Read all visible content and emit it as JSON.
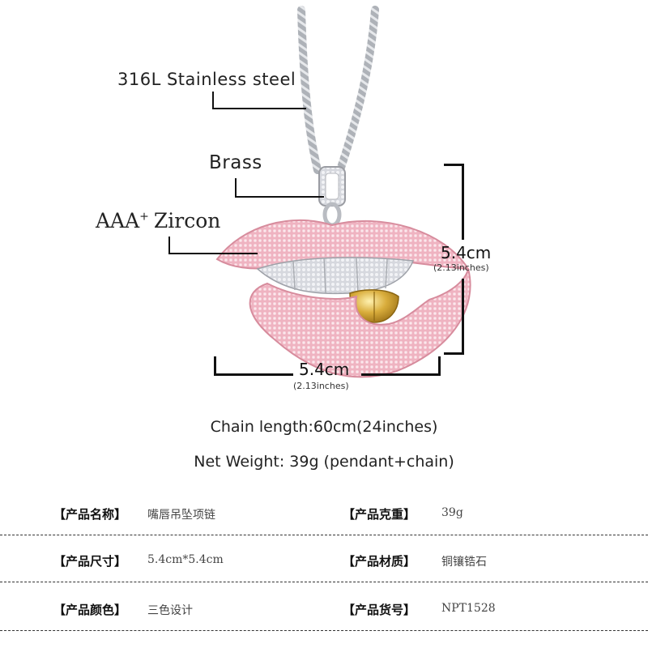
{
  "annotations": {
    "chain_material": "316L Stainless steel",
    "bail_material": "Brass",
    "stone_prefix": "AAA",
    "stone_sup": "+",
    "stone_name": "Zircon"
  },
  "dimensions": {
    "height_cm": "5.4cm",
    "height_in": "(2.13inches)",
    "width_cm": "5.4cm",
    "width_in": "(2.13inches)"
  },
  "specs": {
    "chain_length": "Chain length:60cm(24inches)",
    "net_weight": "Net Weight: 39g (pendant+chain)"
  },
  "info_table": [
    {
      "left_key": "【产品名称】",
      "left_val": "嘴唇吊坠项链",
      "right_key": "【产品克重】",
      "right_val": "39g"
    },
    {
      "left_key": "【产品尺寸】",
      "left_val": "5.4cm*5.4cm",
      "right_key": "【产品材质】",
      "right_val": "铜镶锆石"
    },
    {
      "left_key": "【产品颜色】",
      "left_val": "三色设计",
      "right_key": "【产品货号】",
      "right_val": "NPT1528"
    }
  ],
  "colors": {
    "lip_pink": "#f0b8c4",
    "teeth_silver": "#e4e6ea",
    "gold_tooth": "#d9ad3c",
    "chain_silver": "#b9bcc2"
  }
}
